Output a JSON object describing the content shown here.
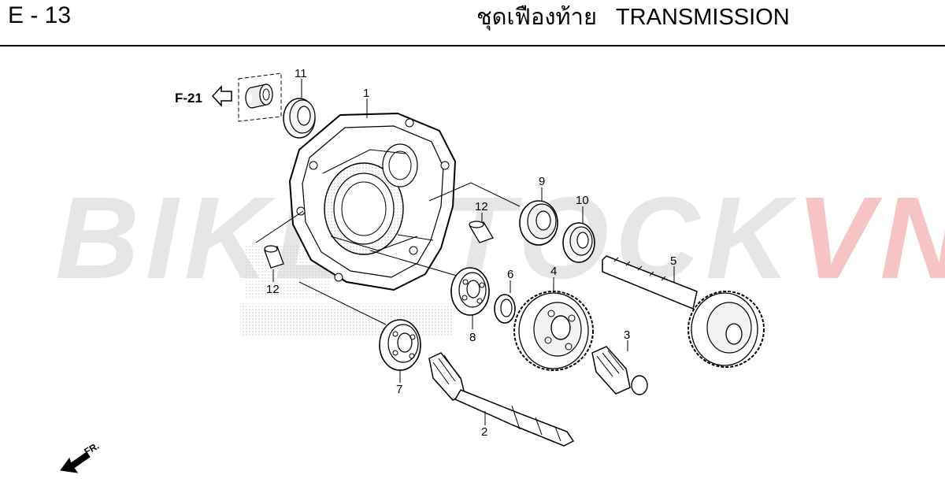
{
  "header": {
    "code": "E - 13",
    "title_thai": "ชุดเฟืองท้าย",
    "title_en": "TRANSMISSION"
  },
  "watermark": {
    "text_main": "BIKESTOCK",
    "text_accent": "VN",
    "color_main": "#e6e6e6",
    "color_accent": "#f6c4c4"
  },
  "reference": {
    "label": "F-21"
  },
  "direction": {
    "label": "FR."
  },
  "callouts": {
    "c1": "1",
    "c2": "2",
    "c3": "3",
    "c4": "4",
    "c5": "5",
    "c6": "6",
    "c7": "7",
    "c8": "8",
    "c9": "9",
    "c10": "10",
    "c11": "11",
    "c12a": "12",
    "c12b": "12"
  }
}
